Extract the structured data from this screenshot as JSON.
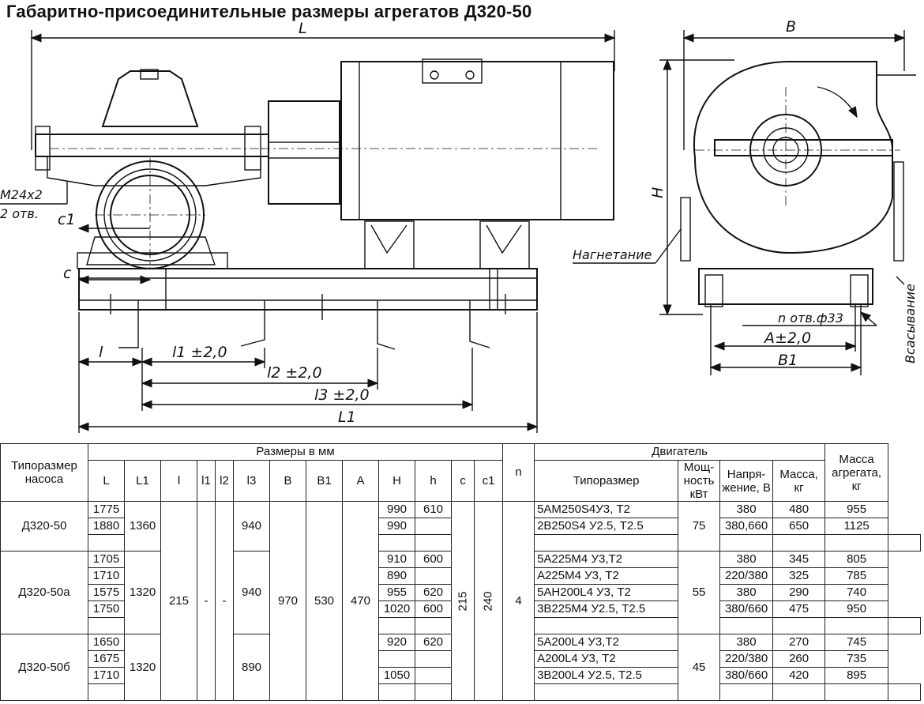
{
  "title": "Габаритно-присоединительные размеры агрегатов  Д320-50",
  "drawing": {
    "dim_L": "L",
    "dim_B": "B",
    "dim_H": "H",
    "thread": "M24x2",
    "holes_2": "2 отв.",
    "dim_c1": "c1",
    "dim_c": "c",
    "dim_l": "l",
    "dim_l1": "l1 ±2,0",
    "dim_l2": "l2 ±2,0",
    "dim_l3": "l3 ±2,0",
    "dim_L1": "L1",
    "discharge": "Нагнетание",
    "suction": "Всасывание",
    "holes_n": "n отв.ф33",
    "dim_A": "A±2,0",
    "dim_B1": "B1"
  },
  "table": {
    "h_pump": "Типоразмер насоса",
    "h_sizes": "Размеры в мм",
    "h_motor": "Двигатель",
    "h_mass_unit": "Масса агрегата, кг",
    "h_n": "n",
    "cols": [
      "L",
      "L1",
      "l",
      "l1",
      "l2",
      "l3",
      "B",
      "B1",
      "A",
      "H",
      "h",
      "c",
      "c1"
    ],
    "h_m_type": "Типоразмер",
    "h_m_power": "Мощ-ность кВт",
    "h_m_voltage": "Напря-жение, В",
    "h_m_mass": "Масса, кг",
    "common": {
      "l": "215",
      "l1": "-",
      "l2": "-",
      "B": "970",
      "B1": "530",
      "A": "470",
      "c": "215",
      "c1": "240",
      "n": "4"
    },
    "groups": [
      {
        "name": "Д320-50",
        "L1": "1360",
        "l3": "940",
        "power": "75",
        "rows": [
          {
            "L": "1775",
            "H": "990",
            "h": "610",
            "type": "5АМ250S4У3, Т2",
            "volt": "380",
            "mass": "480",
            "total": "955"
          },
          {
            "L": "1880",
            "H": "990",
            "h": "",
            "type": "2В250S4 У2.5, Т2.5",
            "volt": "380,660",
            "mass": "650",
            "total": "1125"
          }
        ]
      },
      {
        "name": "Д320-50а",
        "L1": "1320",
        "l3": "940",
        "power": "55",
        "rows": [
          {
            "L": "1705",
            "H": "910",
            "h": "600",
            "type": "5А225М4 У3,Т2",
            "volt": "380",
            "mass": "345",
            "total": "805"
          },
          {
            "L": "1710",
            "H": "890",
            "h": "",
            "type": "А225М4 У3, Т2",
            "volt": "220/380",
            "mass": "325",
            "total": "785"
          },
          {
            "L": "1575",
            "H": "955",
            "h": "620",
            "type": "5АН200L4 У3, Т2",
            "volt": "380",
            "mass": "290",
            "total": "740"
          },
          {
            "L": "1750",
            "H": "1020",
            "h": "600",
            "type": "3В225М4 У2.5, Т2.5",
            "volt": "380/660",
            "mass": "475",
            "total": "950"
          }
        ]
      },
      {
        "name": "Д320-50б",
        "L1": "1320",
        "l3": "890",
        "power": "45",
        "rows": [
          {
            "L": "1650",
            "H": "920",
            "h": "620",
            "type": "5А200L4 У3,Т2",
            "volt": "380",
            "mass": "270",
            "total": "745"
          },
          {
            "L": "1675",
            "H": "",
            "h": "",
            "type": "А200L4 У3, Т2",
            "volt": "220/380",
            "mass": "260",
            "total": "735"
          },
          {
            "L": "1710",
            "H": "1050",
            "h": "",
            "type": "3В200L4 У2.5, Т2.5",
            "volt": "380/660",
            "mass": "420",
            "total": "895"
          }
        ]
      }
    ]
  }
}
